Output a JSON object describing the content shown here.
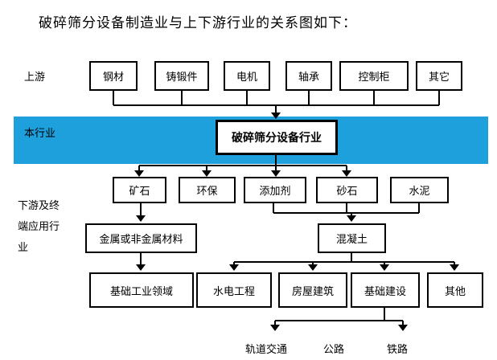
{
  "title": "破碎筛分设备制造业与上下游行业的关系图如下：",
  "sections": {
    "upstream": "上游",
    "industry": "本行业",
    "downstream_lines": [
      "下游及终",
      "端应用行",
      "业"
    ]
  },
  "upstream_nodes": [
    "钢材",
    "铸锻件",
    "电机",
    "轴承",
    "控制柜",
    "其它"
  ],
  "industry_node": "破碎筛分设备行业",
  "downstream_level1": [
    "矿石",
    "环保",
    "添加剂",
    "砂石",
    "水泥"
  ],
  "metal_node": "金属或非金属材料",
  "concrete_node": "混凝土",
  "level3_nodes": [
    "基础工业领域",
    "水电工程",
    "房屋建筑",
    "基础建设",
    "其他"
  ],
  "infrastructure_uses": [
    "轨道交通",
    "公路",
    "铁路"
  ],
  "colors": {
    "band": "#1ea0dd",
    "line": "#000000"
  }
}
